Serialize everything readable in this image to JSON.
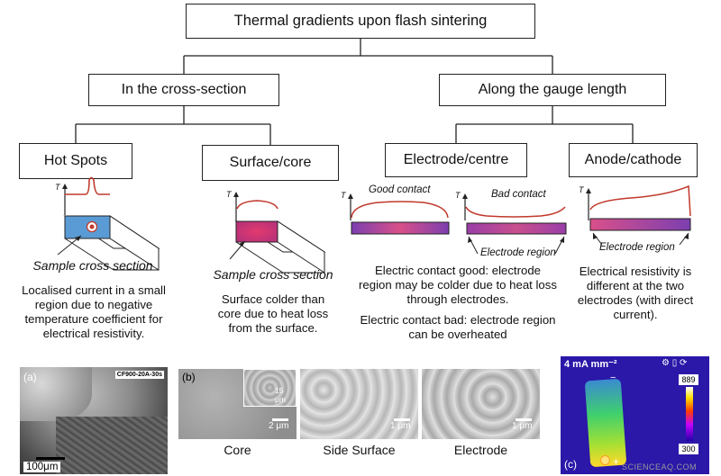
{
  "title": "Thermal gradients upon flash sintering",
  "cross_section": "In the cross-section",
  "gauge_length": "Along the gauge length",
  "hot_spots": {
    "heading": "Hot Spots",
    "axis": "T",
    "caption": "Sample cross section",
    "description": "Localised current in a small region due to negative temperature coefficient for electrical resistivity."
  },
  "surface_core": {
    "heading": "Surface/core",
    "axis": "T",
    "caption": "Sample cross section",
    "description": "Surface colder than core due to heat loss from the surface."
  },
  "electrode_centre": {
    "heading": "Electrode/centre",
    "axis": "T",
    "good_contact": "Good contact",
    "bad_contact": "Bad contact",
    "electrode_region": "Electrode region",
    "description_good": "Electric contact good: electrode region may be colder due to heat loss through electrodes.",
    "description_bad": "Electric contact bad: electrode region can be overheated"
  },
  "anode_cathode": {
    "heading": "Anode/cathode",
    "axis": "T",
    "electrode_region": "Electrode region",
    "description": "Electrical resistivity is different at the two electrodes (with direct current)."
  },
  "panel_a": {
    "label": "(a)",
    "sample_id": "CF900-20A-30s",
    "scale": "100μm"
  },
  "panel_b": {
    "label": "(b)",
    "inset_scale": "15 μm",
    "core_scale": "2 μm",
    "side_scale": "1 μm",
    "electrode_scale": "1 μm",
    "captions": [
      "Core",
      "Side Surface",
      "Electrode"
    ]
  },
  "panel_c": {
    "label": "(c)",
    "current": "4 mA mm⁻²",
    "scale_max": "889",
    "scale_min": "300",
    "polarity_neg": "−",
    "polarity_pos": "+"
  },
  "watermark": "SCIENCEAQ.COM",
  "colors": {
    "curve": "#c0392b",
    "hot_blue": "#5a9bd5",
    "gradient_start": "#d94a7a",
    "gradient_end": "#7b3fb0"
  }
}
